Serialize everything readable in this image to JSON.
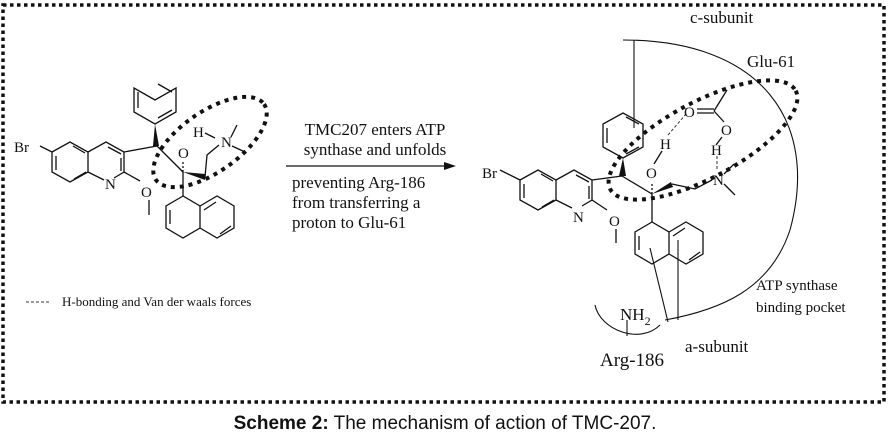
{
  "scheme": {
    "arrow_text_above": [
      "TMC207 enters ATP",
      "synthase and unfolds"
    ],
    "arrow_text_below": [
      "preventing Arg-186",
      "from transferring a",
      "proton to Glu-61"
    ],
    "legend": {
      "symbol": "-----",
      "label": "H-bonding and Van der waals forces"
    },
    "left_molecule": {
      "atoms": {
        "br": "Br",
        "n": "N",
        "o_methoxy": "O",
        "o_hydroxyl": "O",
        "h": "H",
        "n_amine": "N"
      }
    },
    "right_molecule": {
      "atoms": {
        "br": "Br",
        "n": "N",
        "o_methoxy": "O",
        "o_hydroxyl": "O",
        "h1": "H",
        "h2": "H",
        "n_amine": "N",
        "o_carbonyl": "O",
        "o_acid": "O"
      }
    },
    "labels": {
      "c_subunit": "c-subunit",
      "glu": "Glu-61",
      "pocket": [
        "ATP synthase",
        "binding pocket"
      ],
      "nh2": "NH",
      "nh2_sub": "2",
      "arg": "Arg-186",
      "a_subunit": "a-subunit"
    }
  },
  "caption": {
    "label": "Scheme 2:",
    "text": " The mechanism of action of TMC-207."
  }
}
